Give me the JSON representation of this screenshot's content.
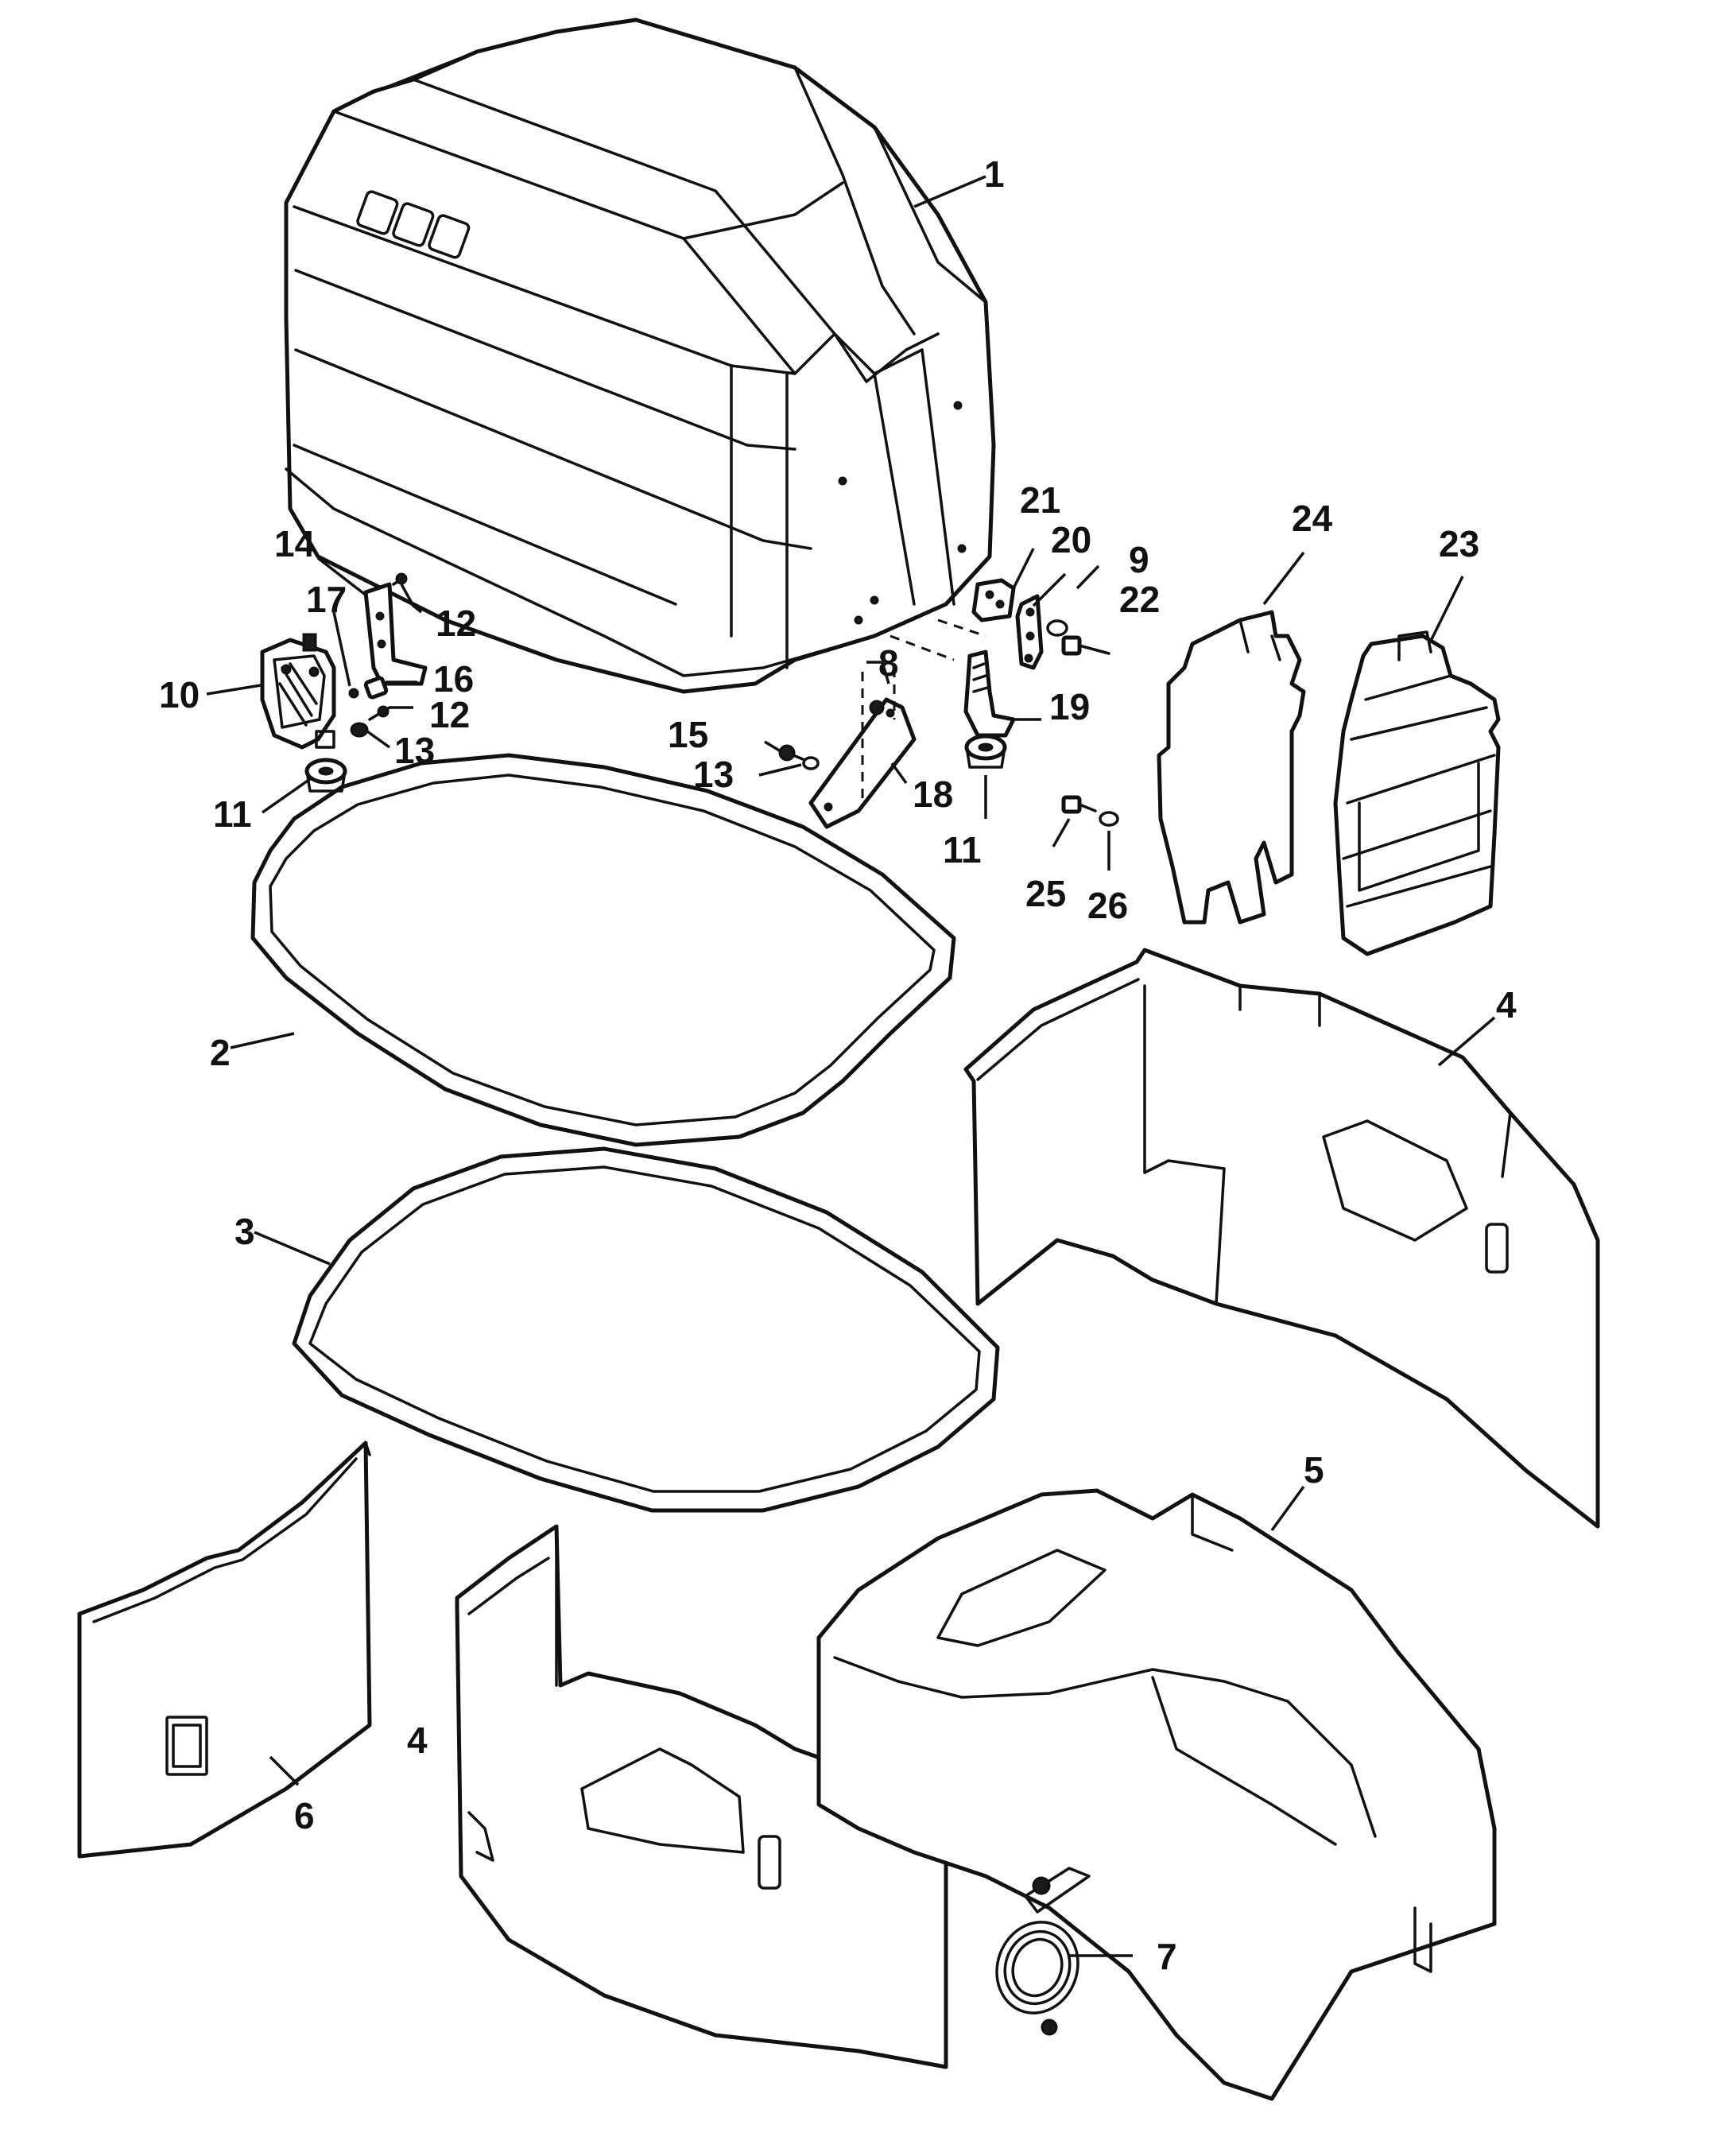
{
  "callouts": {
    "c1": "1",
    "c2": "2",
    "c3": "3",
    "c4a": "4",
    "c4b": "4",
    "c5": "5",
    "c6": "6",
    "c7": "7",
    "c8": "8",
    "c9": "9",
    "c10": "10",
    "c11a": "11",
    "c11b": "11",
    "c12a": "12",
    "c12b": "12",
    "c13a": "13",
    "c13b": "13",
    "c14": "14",
    "c15": "15",
    "c16": "16",
    "c17": "17",
    "c18": "18",
    "c19": "19",
    "c20": "20",
    "c21": "21",
    "c22": "22",
    "c23": "23",
    "c24": "24",
    "c25": "25",
    "c26": "26"
  }
}
